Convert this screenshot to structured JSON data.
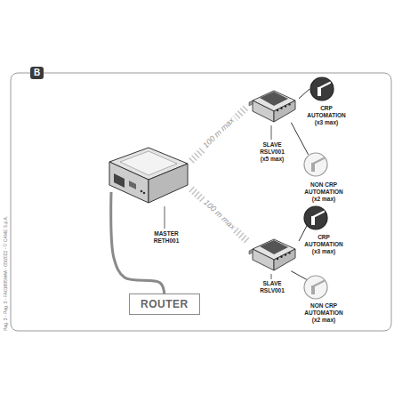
{
  "diagram": {
    "nodes": [
      {
        "text": [
          "MASTER RETH001"
        ]
      },
      {
        "text": [
          "ROUTER"
        ]
      },
      {
        "text": [
          "SLAVE RSLV001 (x5 max)"
        ]
      },
      {
        "text": [
          "CRP AUTOMATION (x3 max)"
        ]
      },
      {
        "text": [
          "NON CRP AUTOMATION (x2 max)"
        ]
      },
      {
        "text": [
          "SLAVE RSLV001"
        ]
      },
      {
        "text": [
          "CRP AUTOMATION (x3 max)"
        ]
      },
      {
        "text": [
          "NON CRP AUTOMATION (x2 max)"
        ]
      }
    ],
    "edges": [
      {
        "from": 1,
        "to": 0,
        "arrow": "none"
      },
      {
        "from": 0,
        "to": 2,
        "label": "100 m max",
        "arrow": "none"
      },
      {
        "from": 0,
        "to": 5,
        "label": "100 m max",
        "arrow": "none"
      },
      {
        "from": 2,
        "to": 3,
        "arrow": "none"
      },
      {
        "from": 2,
        "to": 4,
        "arrow": "none"
      },
      {
        "from": 5,
        "to": 6,
        "arrow": "none"
      },
      {
        "from": 5,
        "to": 7,
        "arrow": "none"
      }
    ],
    "labels": [
      "B",
      "Pag. 3 - Pag. 3 - FA01695M4A - 05/2022 - © CAME S.p.A."
    ]
  }
}
